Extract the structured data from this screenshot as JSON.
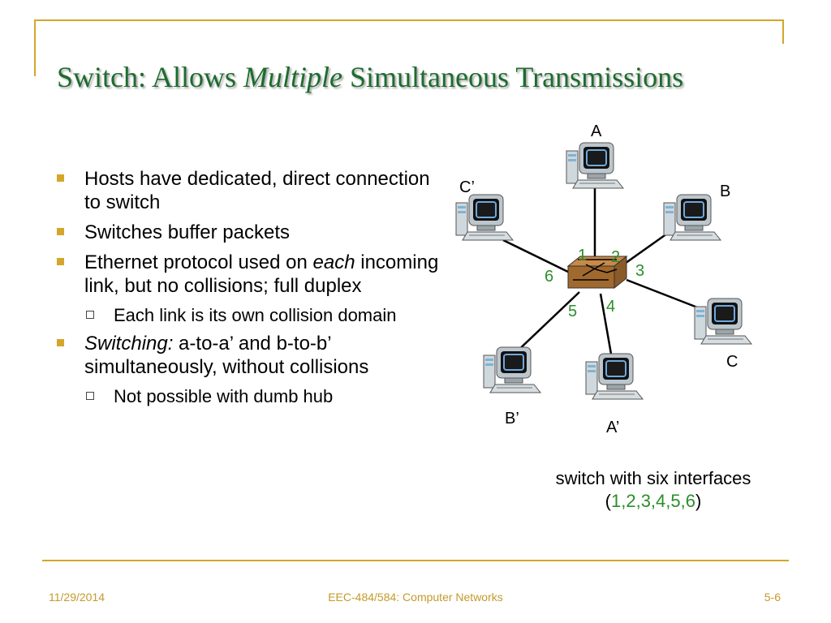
{
  "slide": {
    "title_prefix": "Switch: Allows ",
    "title_italic": "Multiple",
    "title_suffix": " Simultaneous Transmissions"
  },
  "bullets": {
    "b1": "Hosts have dedicated, direct connection to switch",
    "b2": "Switches buffer packets",
    "b3_prefix": "Ethernet protocol used on ",
    "b3_italic": "each",
    "b3_suffix": " incoming link, but no collisions; full duplex",
    "b3_sub": "Each link is its own collision domain",
    "b4_italic": "Switching:",
    "b4_suffix": " a-to-a’ and b-to-b’ simultaneously, without collisions",
    "b4_sub": "Not possible with dumb hub"
  },
  "diagram": {
    "hosts": {
      "A": "A",
      "B": "B",
      "C": "C",
      "A_prime": "A’",
      "B_prime": "B’",
      "C_prime": "C’"
    },
    "ports": [
      "1",
      "2",
      "3",
      "4",
      "5",
      "6"
    ]
  },
  "caption": {
    "line1": "switch with six interfaces",
    "open": "(",
    "ports": "1,2,3,4,5,6",
    "close": ")"
  },
  "footer": {
    "date": "11/29/2014",
    "course": "EEC-484/584: Computer Networks",
    "page": "5-6"
  },
  "colors": {
    "accent": "#d4a62a",
    "title": "#1e6b2e",
    "port_label": "#2a8f2a",
    "switch_box": "#a0692e"
  }
}
